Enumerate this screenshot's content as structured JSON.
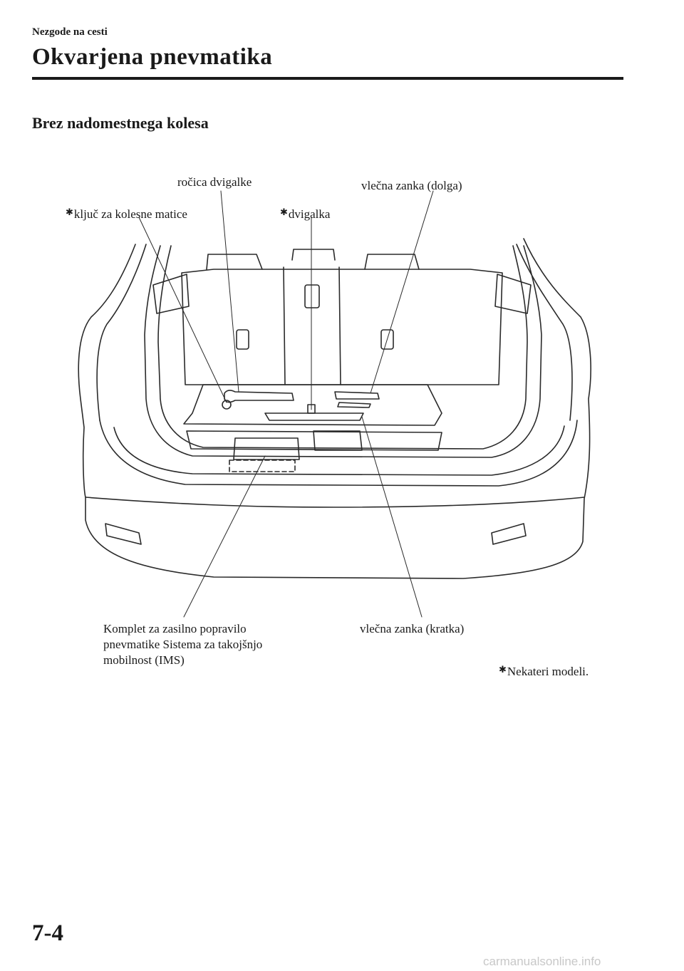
{
  "header": {
    "section": "Nezgode na cesti",
    "title": "Okvarjena pnevmatika"
  },
  "subtitle": "Brez nadomestnega kolesa",
  "figure": {
    "labels": {
      "jack_handle": "ročica dvigalke",
      "tow_hook_long": "vlečna zanka (dolga)",
      "lug_wrench": "ključ za kolesne matice",
      "jack": "dvigalka",
      "ims_kit_line1": "Komplet za zasilno popravilo",
      "ims_kit_line2": "pnevmatike Sistema za takojšnjo",
      "ims_kit_line3": "mobilnost (IMS)",
      "tow_hook_short": "vlečna zanka (kratka)"
    },
    "footnote": "Nekateri modeli.",
    "star_symbol": "✱"
  },
  "page_number": "7-4",
  "footer_url": "carmanualsonline.info"
}
